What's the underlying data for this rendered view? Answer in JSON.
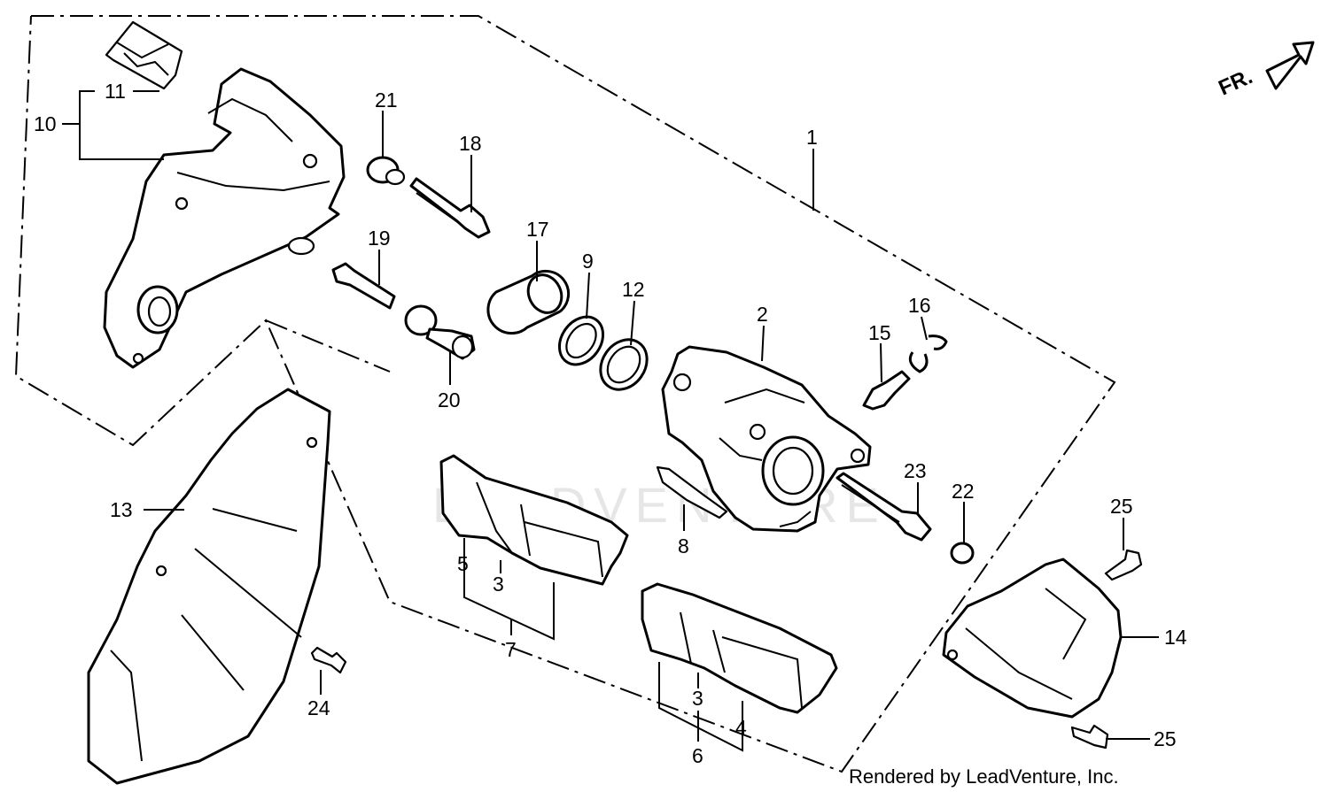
{
  "diagram": {
    "orientation_label": "FR.",
    "watermark": "LEADVENTURE",
    "credit": "Rendered by LeadVenture, Inc.",
    "callouts": {
      "c1": "1",
      "c2": "2",
      "c3a": "3",
      "c3b": "3",
      "c4": "4",
      "c5": "5",
      "c6": "6",
      "c7": "7",
      "c8": "8",
      "c9": "9",
      "c10": "10",
      "c11": "11",
      "c12": "12",
      "c13": "13",
      "c14": "14",
      "c15": "15",
      "c16": "16",
      "c17": "17",
      "c18": "18",
      "c19": "19",
      "c20": "20",
      "c21": "21",
      "c22": "22",
      "c23": "23",
      "c24": "24",
      "c25a": "25",
      "c25b": "25"
    }
  }
}
